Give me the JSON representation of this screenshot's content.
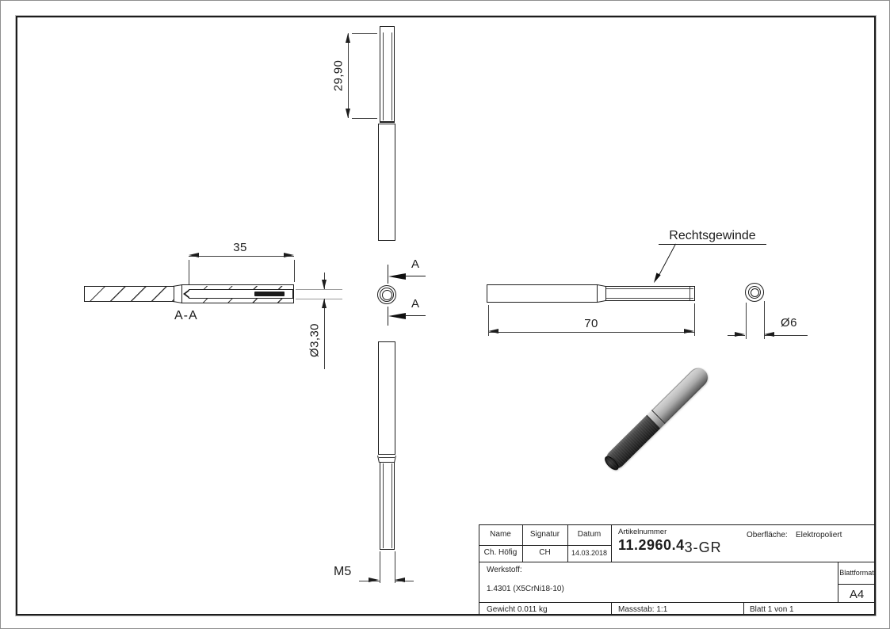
{
  "views": {
    "top": {
      "dim_thread_length": "29,90"
    },
    "section": {
      "label": "A-A",
      "cut_label_top": "A",
      "cut_label_bottom": "A",
      "dim_bore_depth": "35",
      "dim_bore_diameter": "Ø3,30"
    },
    "side": {
      "thread_note": "Rechtsgewinde",
      "dim_total_length": "70"
    },
    "end": {
      "dim_outer_diameter": "Ø6"
    },
    "bottom": {
      "dim_thread_size": "M5"
    }
  },
  "title_block": {
    "name_header": "Name",
    "signature_header": "Signatur",
    "date_header": "Datum",
    "name": "Ch. Höfig",
    "signature": "CH",
    "date": "14.03.2018",
    "article_header": "Artikelnummer",
    "article_main": "11.2960.4",
    "article_suffix": "3-GR",
    "surface_label": "Oberfläche:",
    "surface_value": "Elektropoliert",
    "material_label": "Werkstoff:",
    "material_value": "1.4301 (X5CrNi18-10)",
    "sheet_format_label": "Blattformat",
    "sheet_format_value": "A4",
    "weight": "Gewicht 0.011 kg",
    "scale": "Massstab: 1:1",
    "sheet": "Blatt 1 von 1"
  },
  "colors": {
    "outline": "#1d1d1d",
    "dim_line": "#3c3c3c",
    "gray_line": "#9a9a9a",
    "iso_body": "#b5b5b5",
    "iso_thread": "#353535"
  }
}
